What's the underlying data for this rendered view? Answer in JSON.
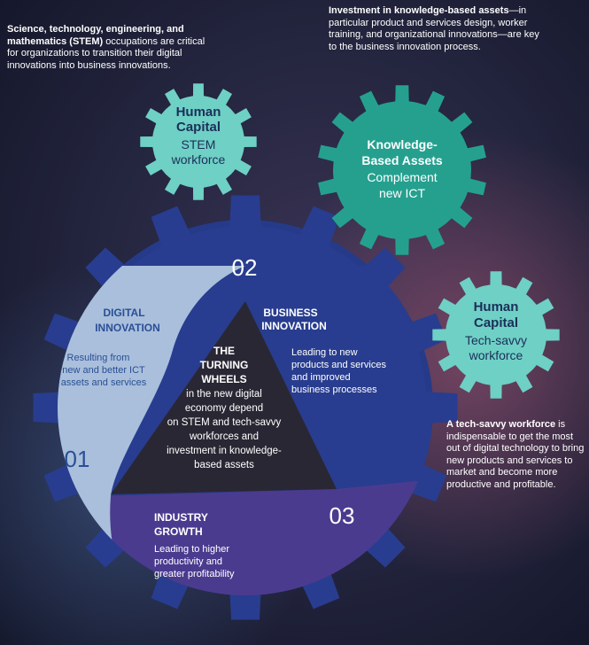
{
  "note_stem": {
    "bold": "Science, technology, engineering, and mathematics (STEM)",
    "rest": " occupations are critical for organizations to transition their digital innovations into business innovations."
  },
  "note_investment": {
    "bold": "Investment in knowledge-based assets",
    "rest": "—in particular product and services design, worker training, and organizational innovations—are key to the business innovation process."
  },
  "note_techsavvy": {
    "bold": "A tech-savvy workforce",
    "rest": " is indispensable to get the most out of digital technology to bring new products and services to market and become more productive and profitable."
  },
  "gear_stem": {
    "title_line1": "Human",
    "title_line2": "Capital",
    "sub_line1": "STEM",
    "sub_line2": "workforce"
  },
  "gear_knowledge": {
    "title_line1": "Knowledge-",
    "title_line2": "Based Assets",
    "sub_line1": "Complement",
    "sub_line2": "new ICT"
  },
  "gear_techsavvy": {
    "title_line1": "Human",
    "title_line2": "Capital",
    "sub_line1": "Tech-savvy",
    "sub_line2": "workforce"
  },
  "big_gear": {
    "segment_01": {
      "number": "01",
      "title_line1": "DIGITAL",
      "title_line2": "INNOVATION",
      "desc_line1": "Resulting from",
      "desc_line2": "new and better ICT",
      "desc_line3": "assets and services"
    },
    "segment_02": {
      "number": "02",
      "title_line1": "BUSINESS",
      "title_line2": "INNOVATION",
      "desc_line1": "Leading to new",
      "desc_line2": "products and services",
      "desc_line3": "and improved",
      "desc_line4": "business processes"
    },
    "segment_03": {
      "number": "03",
      "title_line1": "INDUSTRY",
      "title_line2": "GROWTH",
      "desc_line1": "Leading to higher",
      "desc_line2": "productivity and",
      "desc_line3": "greater profitability"
    },
    "center": {
      "title_line1": "THE",
      "title_line2": "TURNING",
      "title_line3": "WHEELS",
      "line1": "in the new digital",
      "line2": "economy depend",
      "line3": "on STEM and tech-savvy",
      "line4": "workforces and",
      "line5": "investment in knowledge-",
      "line6": "based assets"
    }
  },
  "colors": {
    "digital_innovation": "#a9bfdc",
    "business_innovation": "#283d8f",
    "industry_growth": "#4b3b8f",
    "center": "#2a2734",
    "gear_teal_light": "#6fd0c5",
    "gear_teal_dark": "#25a08f",
    "gear_title_text": "#1b2f58",
    "digital_title": "#2a4f95"
  }
}
